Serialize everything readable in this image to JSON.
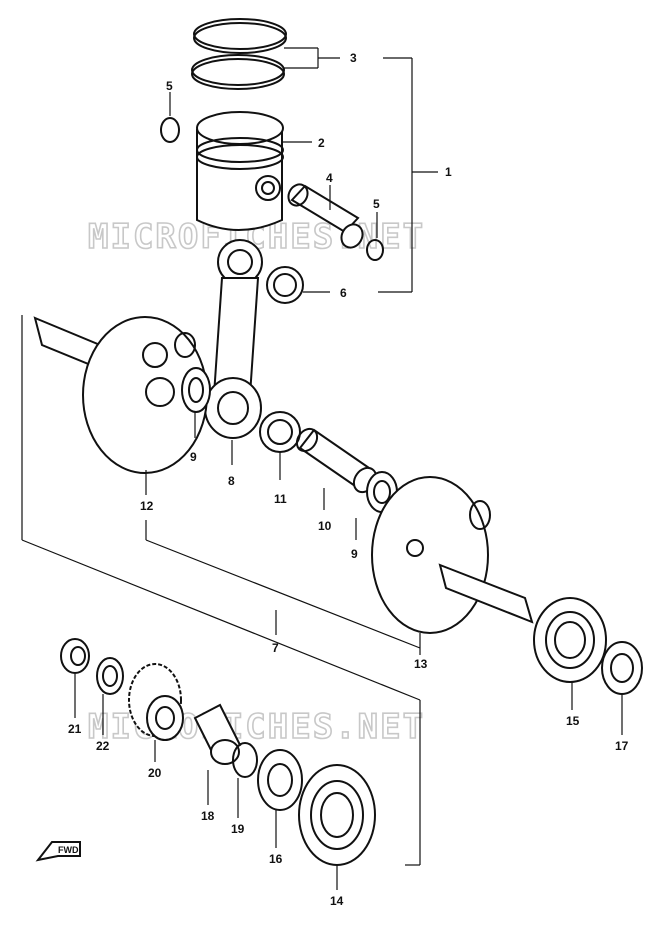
{
  "watermarks": [
    "MICROFICHES.NET",
    "MICROFICHES.NET"
  ],
  "fwd_label": "FWD",
  "part_labels": {
    "p1": "1",
    "p2": "2",
    "p3": "3",
    "p4": "4",
    "p5a": "5",
    "p5b": "5",
    "p6": "6",
    "p7": "7",
    "p8": "8",
    "p9a": "9",
    "p9b": "9",
    "p10": "10",
    "p11": "11",
    "p12": "12",
    "p13": "13",
    "p14": "14",
    "p15": "15",
    "p16": "16",
    "p17": "17",
    "p18": "18",
    "p19": "19",
    "p20": "20",
    "p21": "21",
    "p22": "22"
  }
}
